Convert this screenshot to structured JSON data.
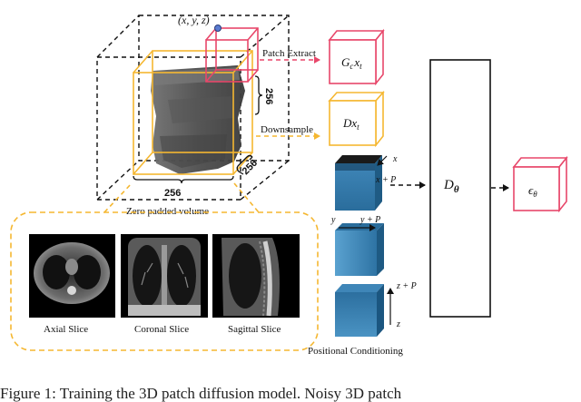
{
  "colors": {
    "red": "#e8476a",
    "orange": "#f5b731",
    "black": "#111111",
    "blue_dark": "#1d5d85",
    "blue_light": "#4a93c3",
    "blue_mid": "#2f7aab",
    "mesh_grey": "#5e5e5e",
    "node_blue": "#5a7bd0"
  },
  "volume": {
    "coord_label": "(x, y, z)",
    "dim_right": "256",
    "dim_depth": "256",
    "dim_bottom": "256",
    "caption": "Zero padded volume"
  },
  "arrows": {
    "patch_extract": "Patch Extract",
    "downsample": "Downsample"
  },
  "outputs": {
    "patch_box": "G",
    "patch_box_sub": "c",
    "patch_box_rest": "x",
    "patch_box_rest_sub": "t",
    "down_box": "Dx",
    "down_box_sub": "t",
    "decoder": "D",
    "decoder_sub": "θ",
    "noise": "ϵ",
    "noise_sub": "θ"
  },
  "slices": [
    {
      "label": "Axial Slice"
    },
    {
      "label": "Coronal Slice"
    },
    {
      "label": "Sagittal Slice"
    }
  ],
  "positional": {
    "x_top": "x",
    "x_bottom": "x + P",
    "y_left": "y",
    "y_right": "y + P",
    "z_top": "z + P",
    "z_bottom": "z",
    "label": "Positional Conditioning"
  },
  "caption_text": "Figure 1: Training the 3D patch diffusion model. Noisy 3D patch"
}
